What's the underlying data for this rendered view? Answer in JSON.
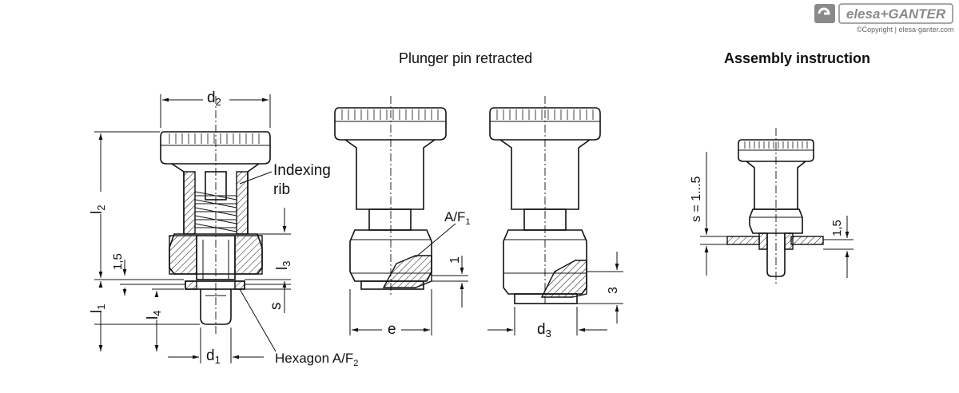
{
  "branding": {
    "logo_text": "elesa+GANTER",
    "copyright": "©Copyright | elesa-ganter.com"
  },
  "titles": {
    "plunger_retracted": "Plunger pin retracted",
    "assembly": "Assembly instruction"
  },
  "labels": {
    "d2": "d",
    "d2_sub": "2",
    "l2": "l",
    "l2_sub": "2",
    "indexing_rib": "Indexing",
    "indexing_rib_2": "rib",
    "dim_1_5_left": "1,5",
    "l3": "l",
    "l3_sub": "3",
    "l1": "l",
    "l1_sub": "1",
    "l4": "l",
    "l4_sub": "4",
    "s": "s",
    "d1": "d",
    "d1_sub": "1",
    "hexagon": "Hexagon A/F",
    "hexagon_sub": "2",
    "af1": "A/F",
    "af1_sub": "1",
    "dim_1": "1",
    "e": "e",
    "d3": "d",
    "d3_sub": "3",
    "dim_3": "3",
    "s_range": "s = 1...5",
    "dim_1_5_right": "1,5"
  },
  "colors": {
    "line": "#111111",
    "logo_gray": "#8a8a8a"
  }
}
